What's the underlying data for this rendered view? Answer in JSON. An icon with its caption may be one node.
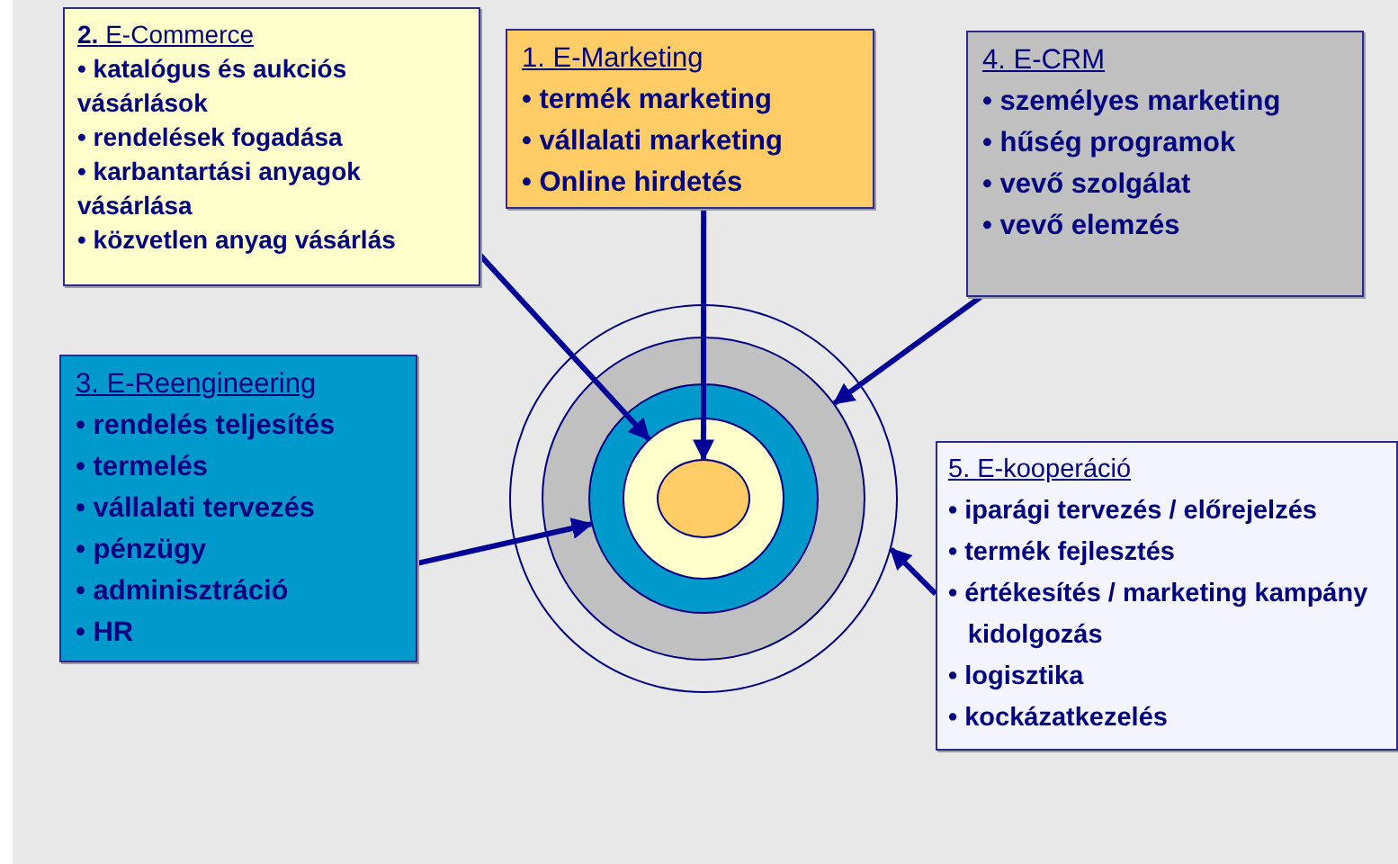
{
  "diagram": {
    "nodes": [
      {
        "text": [
          "**2.** E-Commerce",
          "• katalógus és aukciós vásárlások",
          "• rendelések fogadása",
          "• karbantartási anyagok vásárlása",
          "• közvetlen anyag vásárlás"
        ]
      },
      {
        "text": [
          "1. E-Marketing",
          "• termék marketing",
          "• vállalati marketing",
          "• Online hirdetés"
        ]
      },
      {
        "text": [
          "4. E-CRM",
          "• személyes marketing",
          "• hűség programok",
          "• vevő szolgálat",
          "• vevő elemzés"
        ]
      },
      {
        "text": [
          "3. E-Reengineering",
          "• rendelés teljesítés",
          "• termelés",
          "• vállalati tervezés",
          "• pénzügy",
          "• adminisztráció",
          "• HR"
        ]
      },
      {
        "text": [],
        "shape": "circle"
      },
      {
        "text": [],
        "shape": "circle",
        "in": 4
      },
      {
        "text": [],
        "shape": "circle",
        "in": 5
      },
      {
        "text": [],
        "shape": "circle",
        "in": 6
      },
      {
        "text": [],
        "shape": "circle",
        "in": 7
      },
      {
        "text": [
          "5. E-kooperáció",
          "• iparági tervezés / előrejelzés",
          "• termék fejlesztés",
          "• értékesítés / marketing kampány kidolgozás",
          "• logisztika",
          "• kockázatkezelés"
        ]
      }
    ],
    "edges": [
      {
        "from": 0,
        "to": 7,
        "arrow": "to"
      },
      {
        "from": 1,
        "to": 8,
        "arrow": "to"
      },
      {
        "from": 2,
        "to": 5,
        "arrow": "to"
      },
      {
        "from": 3,
        "to": 6,
        "arrow": "to"
      },
      {
        "from": 9,
        "to": 4,
        "arrow": "to"
      }
    ]
  }
}
